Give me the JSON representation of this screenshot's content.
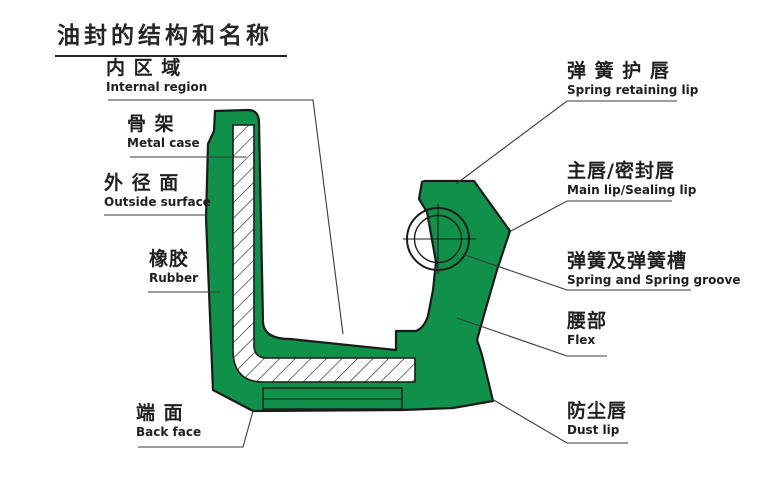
{
  "title": "油封的结构和名称",
  "colors": {
    "seal_green": "#0F9149",
    "outline": "#1A1A1A",
    "leader": "#3A3A3A",
    "text": "#1F1F1F"
  },
  "labels": {
    "left": [
      {
        "id": "internal-region",
        "zh": "内 区 域",
        "en": "Internal region"
      },
      {
        "id": "metal-case",
        "zh": "骨 架",
        "en": "Metal case"
      },
      {
        "id": "outside-surface",
        "zh": "外 径 面",
        "en": "Outside surface"
      },
      {
        "id": "rubber",
        "zh": "橡胶",
        "en": "Rubber"
      },
      {
        "id": "back-face",
        "zh": "端 面",
        "en": "Back face"
      }
    ],
    "right": [
      {
        "id": "spring-retaining-lip",
        "zh": "弹 簧 护 唇",
        "en": "Spring retaining lip"
      },
      {
        "id": "main-lip",
        "zh": "主唇/密封唇",
        "en": "Main lip/Sealing lip"
      },
      {
        "id": "spring-groove",
        "zh": "弹簧及弹簧槽",
        "en": "Spring and Spring groove"
      },
      {
        "id": "flex",
        "zh": "腰部",
        "en": "Flex"
      },
      {
        "id": "dust-lip",
        "zh": "防尘唇",
        "en": "Dust lip"
      }
    ]
  }
}
